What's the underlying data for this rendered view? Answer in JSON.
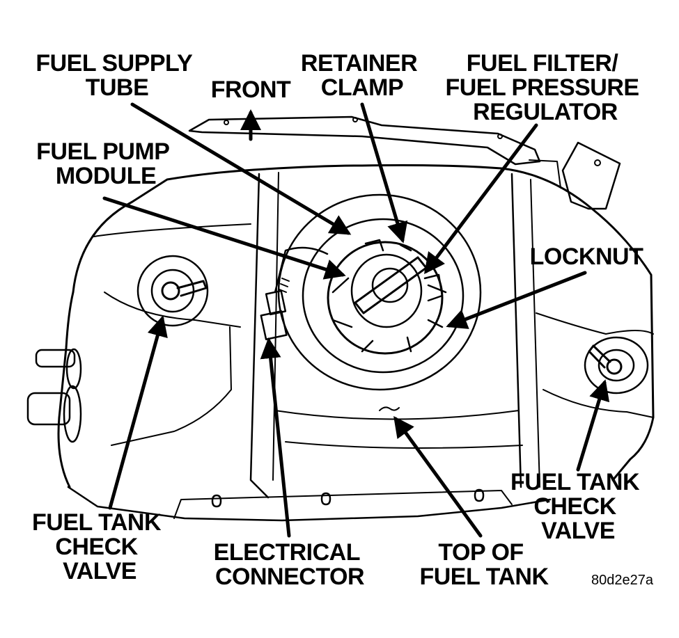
{
  "labels": {
    "fuel_supply_tube": [
      "FUEL SUPPLY",
      "TUBE"
    ],
    "front": [
      "FRONT"
    ],
    "retainer_clamp": [
      "RETAINER",
      "CLAMP"
    ],
    "fuel_filter_regulator": [
      "FUEL FILTER/",
      "FUEL PRESSURE",
      "REGULATOR"
    ],
    "fuel_pump_module": [
      "FUEL PUMP",
      "MODULE"
    ],
    "locknut": [
      "LOCKNUT"
    ],
    "check_valve_left": [
      "FUEL TANK",
      "CHECK",
      "VALVE"
    ],
    "electrical_connector": [
      "ELECTRICAL",
      "CONNECTOR"
    ],
    "top_of_fuel_tank": [
      "TOP OF",
      "FUEL TANK"
    ],
    "check_valve_right": [
      "FUEL TANK",
      "CHECK",
      "VALVE"
    ]
  },
  "figure_code": "80d2e27a",
  "colors": {
    "ink": "#000000",
    "paper": "#ffffff"
  }
}
